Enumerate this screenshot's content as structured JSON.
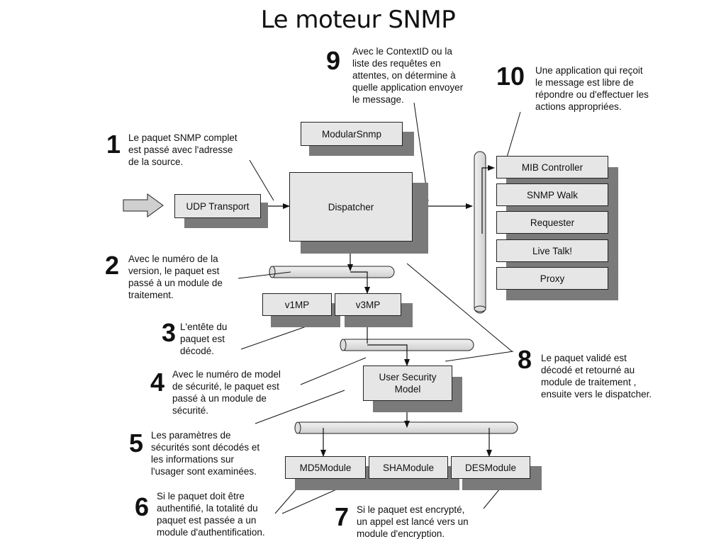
{
  "title": "Le moteur SNMP",
  "modules": {
    "modular_snmp": "ModularSnmp",
    "udp_transport": "UDP Transport",
    "dispatcher": "Dispatcher",
    "v1mp": "v1MP",
    "v3mp": "v3MP",
    "usm": "User Security\nModel",
    "md5": "MD5Module",
    "sha": "SHAModule",
    "des": "DESModule"
  },
  "applications": [
    "MIB Controller",
    "SNMP Walk",
    "Requester",
    "Live Talk!",
    "Proxy"
  ],
  "steps": [
    {
      "num": "1",
      "text": "Le paquet SNMP complet\nest passé avec l'adresse\nde la source."
    },
    {
      "num": "2",
      "text": "Avec le numéro de la\nversion, le paquet est\npassé à un module de\ntraitement."
    },
    {
      "num": "3",
      "text": "L'entête du\npaquet est\ndécodé."
    },
    {
      "num": "4",
      "text": "Avec le numéro de model\nde sécurité, le paquet est\npassé à un module de\nsécurité."
    },
    {
      "num": "5",
      "text": "Les paramètres de\nsécurités sont décodés et\nles informations sur\nl'usager sont examinées."
    },
    {
      "num": "6",
      "text": "Si le paquet doit être\nauthentifié, la totalité du\npaquet est passée a un\nmodule d'authentification."
    },
    {
      "num": "7",
      "text": "Si le paquet est encrypté,\nun appel est lancé vers un\nmodule d'encryption."
    },
    {
      "num": "8",
      "text": "Le paquet validé est\ndécodé et retourné au\nmodule de traitement ,\nensuite vers le dispatcher."
    },
    {
      "num": "9",
      "text": "Avec le ContextID ou la\nliste des requêtes en\nattentes, on détermine à\nquelle application envoyer\nle message."
    },
    {
      "num": "10",
      "text": "Une application qui reçoit\nle message est libre de\nrépondre ou d'effectuer les\nactions appropriées."
    }
  ]
}
